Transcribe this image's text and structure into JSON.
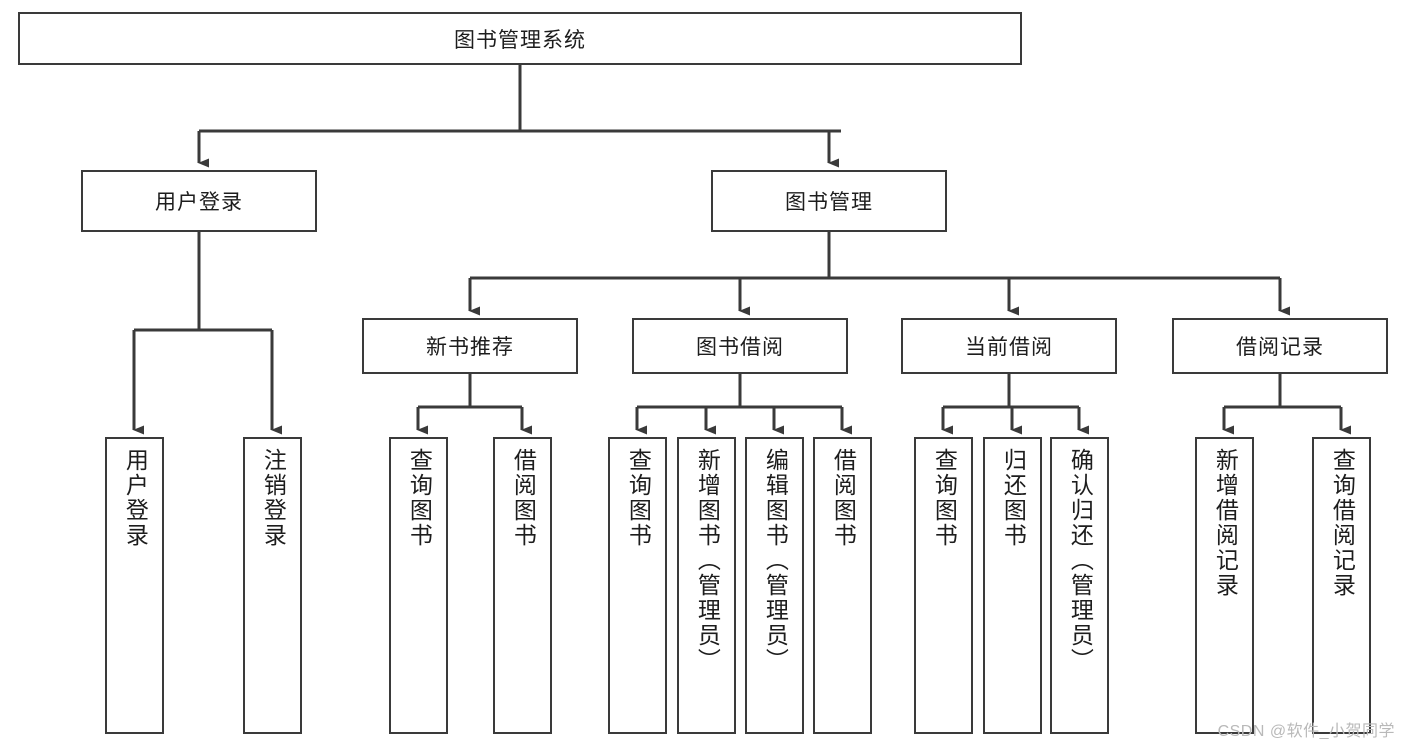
{
  "diagram": {
    "title": "图书管理系统",
    "watermark": "CSDN @软件_小贺同学",
    "colors": {
      "stroke": "#3a3a3a",
      "fill": "#ffffff",
      "text": "#1d1d1d",
      "watermark": "#b9b9b9"
    },
    "root": {
      "label": "图书管理系统"
    },
    "level2": [
      {
        "label": "用户登录"
      },
      {
        "label": "图书管理"
      }
    ],
    "level3": [
      {
        "label": "新书推荐"
      },
      {
        "label": "图书借阅"
      },
      {
        "label": "当前借阅"
      },
      {
        "label": "借阅记录"
      }
    ],
    "leaves": [
      {
        "label": "用户登录"
      },
      {
        "label": "注销登录"
      },
      {
        "label": "查询图书"
      },
      {
        "label": "借阅图书"
      },
      {
        "label": "查询图书"
      },
      {
        "label": "新增图书（管理员）"
      },
      {
        "label": "编辑图书（管理员）"
      },
      {
        "label": "借阅图书"
      },
      {
        "label": "查询图书"
      },
      {
        "label": "归还图书"
      },
      {
        "label": "确认归还（管理员）"
      },
      {
        "label": "新增借阅记录"
      },
      {
        "label": "查询借阅记录"
      }
    ]
  }
}
